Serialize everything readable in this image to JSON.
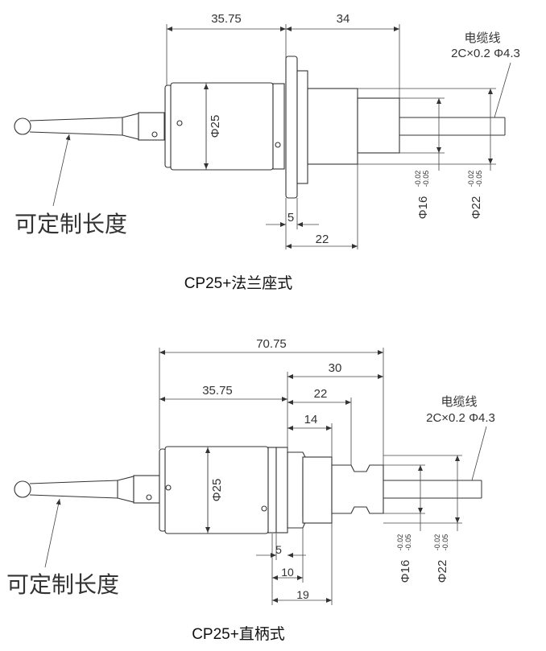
{
  "top": {
    "caption": "CP25+法兰座式",
    "dim_body": "35.75",
    "dim_rear": "34",
    "dim_5": "5",
    "dim_22": "22",
    "dia_body": "Φ25",
    "dia_16": "Φ16",
    "tol_16_upper": "-0.02",
    "tol_16_lower": "-0.05",
    "dia_22": "Φ22",
    "tol_22_upper": "-0.02",
    "tol_22_lower": "-0.05",
    "cable_title": "电缆线",
    "cable_spec": "2C×0.2  Φ4.3",
    "stylus_note": "可定制长度"
  },
  "bottom": {
    "caption": "CP25+直柄式",
    "dim_total": "70.75",
    "dim_body": "35.75",
    "dim_30": "30",
    "dim_22": "22",
    "dim_14": "14",
    "dim_5": "5",
    "dim_10": "10",
    "dim_19": "19",
    "dia_body": "Φ25",
    "dia_16": "Φ16",
    "tol_16_upper": "-0.02",
    "tol_16_lower": "-0.05",
    "dia_22": "Φ22",
    "tol_22_upper": "-0.02",
    "tol_22_lower": "-0.05",
    "cable_title": "电缆线",
    "cable_spec": "2C×0.2  Φ4.3",
    "stylus_note": "可定制长度"
  },
  "colors": {
    "line": "#333333",
    "background": "#ffffff"
  }
}
